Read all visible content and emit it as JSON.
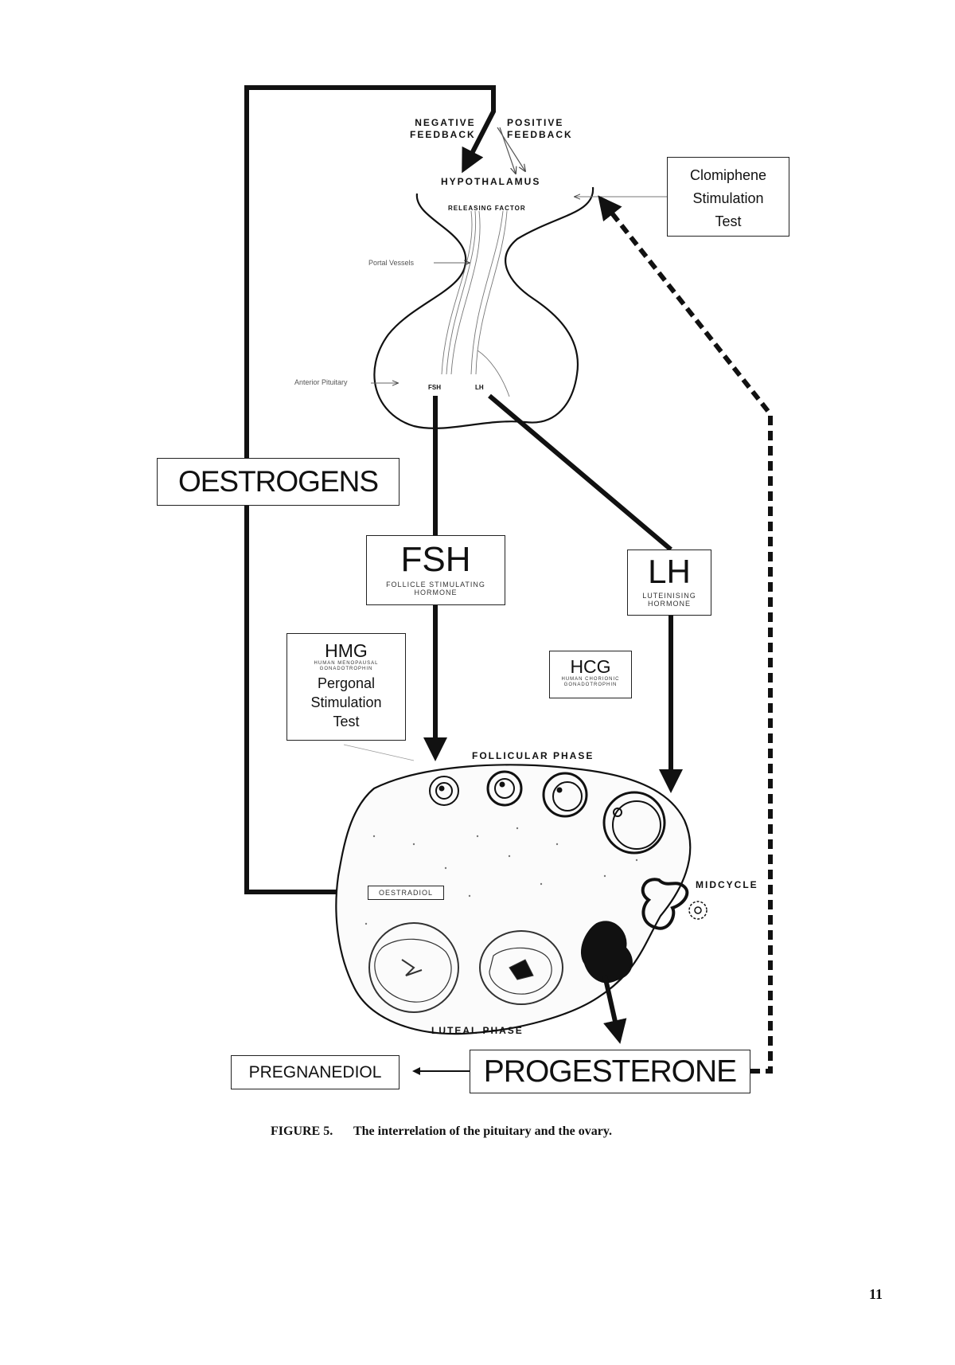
{
  "labels": {
    "negative_feedback": [
      "NEGATIVE",
      "FEEDBACK"
    ],
    "positive_feedback": [
      "POSITIVE",
      "FEEDBACK"
    ],
    "hypothalamus": "HYPOTHALAMUS",
    "releasing_factor": "RELEASING FACTOR",
    "portal_vessels": "Portal Vessels",
    "anterior_pituitary": "Anterior Pituitary",
    "fsh_small": "FSH",
    "lh_small": "LH",
    "follicular_phase": "FOLLICULAR PHASE",
    "midcycle": "MIDCYCLE",
    "luteal_phase": "LUTEAL PHASE",
    "oestradiol": "OESTRADIOL"
  },
  "boxes": {
    "clomiphene": [
      "Clomiphene",
      "Stimulation",
      "Test"
    ],
    "oestrogens": "OESTROGENS",
    "fsh": {
      "title": "FSH",
      "subtitle": [
        "FOLLICLE STIMULATING",
        "HORMONE"
      ]
    },
    "lh": {
      "title": "LH",
      "subtitle": [
        "LUTEINISING",
        "HORMONE"
      ]
    },
    "hmg": {
      "title": "HMG",
      "subtitle": [
        "HUMAN MENOPAUSAL",
        "GONADOTROPHIN"
      ],
      "body": [
        "Pergonal",
        "Stimulation",
        "Test"
      ]
    },
    "hcg": {
      "title": "HCG",
      "subtitle": [
        "HUMAN CHORIONIC",
        "GONADOTROPHIN"
      ]
    },
    "progesterone": "PROGESTERONE",
    "pregnanediol": "PREGNANEDIOL"
  },
  "caption": {
    "number": "FIGURE 5.",
    "text": "The interrelation of the pituitary and the ovary."
  },
  "page_number": "11"
}
